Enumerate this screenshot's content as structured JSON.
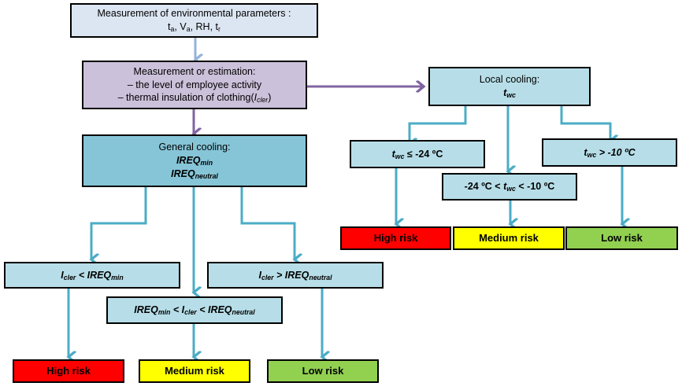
{
  "colors": {
    "env_box": "#dce6f2",
    "estimation_box": "#ccc1da",
    "general_box": "#86c5d7",
    "condition_box": "#b7dee8",
    "high_risk": "#ff0000",
    "medium_risk": "#ffff00",
    "low_risk": "#92d050",
    "arrow_blue": "#4bacc6",
    "arrow_purple": "#8064a2",
    "arrow_light": "#95b3d7"
  },
  "env": {
    "title": "Measurement of environmental parameters :",
    "params": [
      {
        "base": "t",
        "sub": "a",
        "sep": ", "
      },
      {
        "base": "V",
        "sub": "a",
        "sep": ", "
      },
      {
        "base": "RH",
        "sub": "",
        "sep": ", "
      },
      {
        "base": "t",
        "sub": "r",
        "sep": ""
      }
    ]
  },
  "estimation": {
    "title": "Measurement or estimation:",
    "item1": "–   the level of employee activity",
    "item2_prefix": "–   thermal insulation of clothing(",
    "item2_var": "I",
    "item2_sub": "cler",
    "item2_suffix": ")"
  },
  "general": {
    "title": "General cooling:",
    "v1_base": "IREQ",
    "v1_sub": "min",
    "v2_base": "IREQ",
    "v2_sub": "neutral"
  },
  "local": {
    "title": "Local cooling:",
    "var_base": "t",
    "var_sub": "wc"
  },
  "general_conditions": {
    "low": {
      "a": "I",
      "a_sub": "cler",
      "op": " < ",
      "b": "IREQ",
      "b_sub": "min"
    },
    "mid": {
      "a": "IREQ",
      "a_sub": "min",
      "op1": " < ",
      "b": "I",
      "b_sub": "cler",
      "op2": " < ",
      "c": "IREQ",
      "c_sub": "neutral"
    },
    "high": {
      "a": "I",
      "a_sub": "cler",
      "op": " > ",
      "b": "IREQ",
      "b_sub": "neutral"
    }
  },
  "local_conditions": {
    "low": {
      "a": "t",
      "a_sub": "wc",
      "rest": " ≤ -24 ºC"
    },
    "mid": {
      "pre": "-24 ºC < ",
      "a": "t",
      "a_sub": "wc",
      "rest": " < -10 ºC"
    },
    "high": {
      "a": "t",
      "a_sub": "wc",
      "rest": " > -10 ºC"
    }
  },
  "risks": {
    "high": "High risk",
    "medium": "Medium risk",
    "low": "Low risk"
  }
}
